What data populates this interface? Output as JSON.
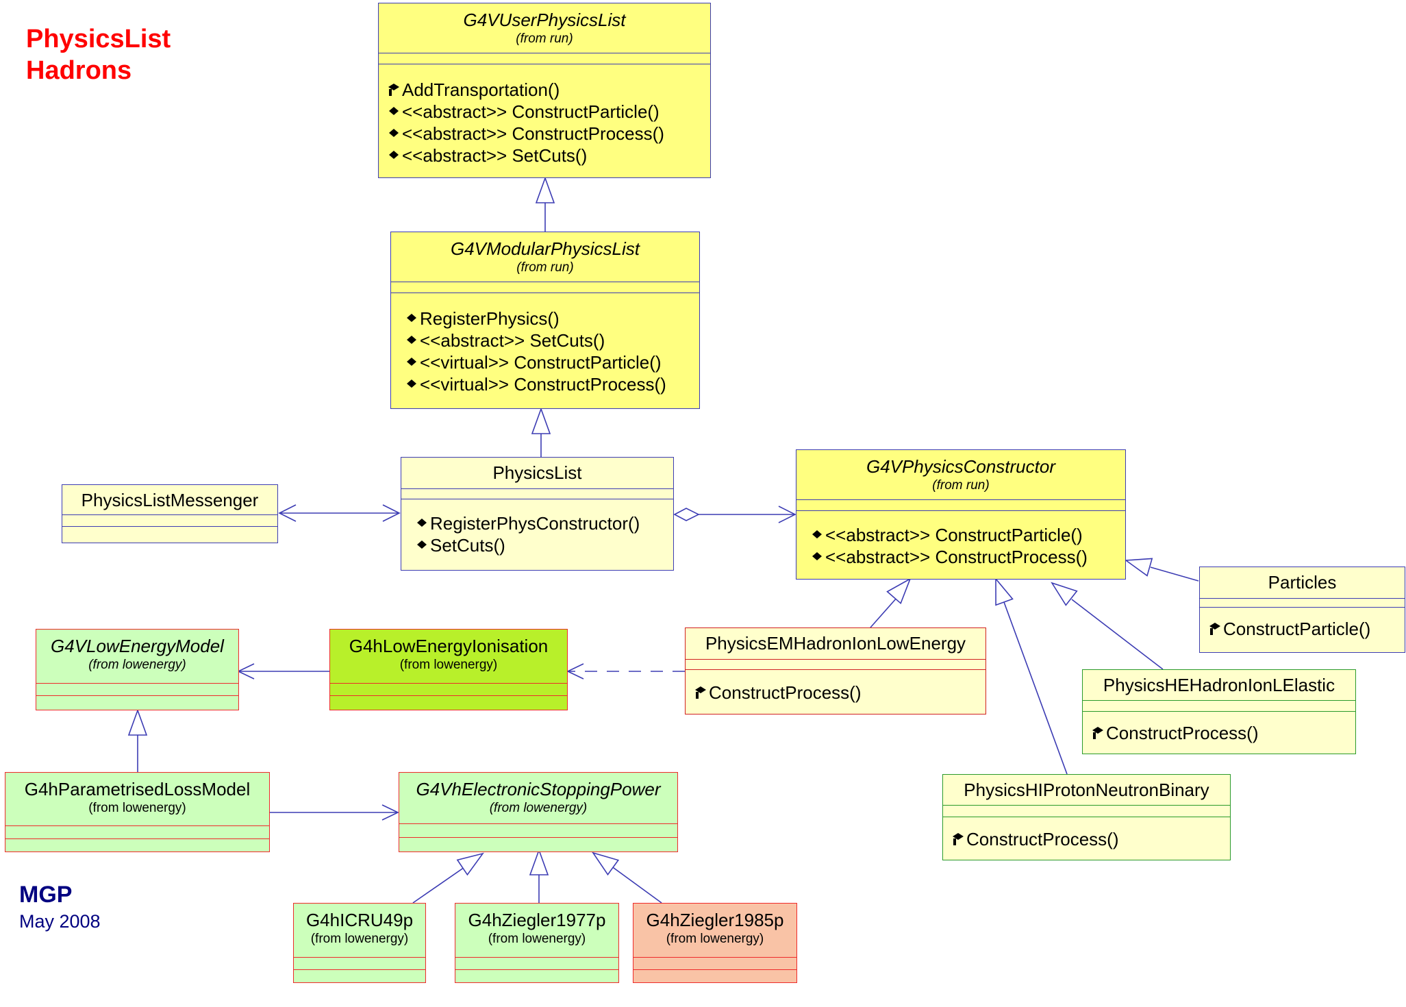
{
  "diagram_title": {
    "line1": "PhysicsList",
    "line2": "Hadrons"
  },
  "author": {
    "name": "MGP",
    "date": "May 2008"
  },
  "classes": {
    "g4vuserphysicslist": {
      "name": "G4VUserPhysicsList",
      "package": "(from run)",
      "methods": [
        "AddTransportation()",
        "<<abstract>> ConstructParticle()",
        "<<abstract>> ConstructProcess()",
        "<<abstract>> SetCuts()"
      ]
    },
    "g4vmodularphysicslist": {
      "name": "G4VModularPhysicsList",
      "package": "(from run)",
      "methods": [
        "RegisterPhysics()",
        "<<abstract>> SetCuts()",
        "<<virtual>> ConstructParticle()",
        "<<virtual>> ConstructProcess()"
      ]
    },
    "physicslist": {
      "name": "PhysicsList",
      "methods": [
        "RegisterPhysConstructor()",
        "SetCuts()"
      ]
    },
    "physicslistmessenger": {
      "name": "PhysicsListMessenger"
    },
    "g4vphysicsconstructor": {
      "name": "G4VPhysicsConstructor",
      "package": "(from run)",
      "methods": [
        "<<abstract>> ConstructParticle()",
        "<<abstract>> ConstructProcess()"
      ]
    },
    "particles": {
      "name": "Particles",
      "methods": [
        "ConstructParticle()"
      ]
    },
    "physicsemhadronionlowenergy": {
      "name": "PhysicsEMHadronIonLowEnergy",
      "methods": [
        "ConstructProcess()"
      ]
    },
    "physicshehadronionlelastic": {
      "name": "PhysicsHEHadronIonLElastic",
      "methods": [
        "ConstructProcess()"
      ]
    },
    "physicshiprotonneutronbinary": {
      "name": "PhysicsHIProtonNeutronBinary",
      "methods": [
        "ConstructProcess()"
      ]
    },
    "g4vlowenergymodel": {
      "name": "G4VLowEnergyModel",
      "package": "(from lowenergy)"
    },
    "g4hlowenergyionisation": {
      "name": "G4hLowEnergyIonisation",
      "package": "(from lowenergy)"
    },
    "g4hparametrisedlossmodel": {
      "name": "G4hParametrisedLossModel",
      "package": "(from lowenergy)"
    },
    "g4vhelectronicstoppingpower": {
      "name": "G4VhElectronicStoppingPower",
      "package": "(from lowenergy)"
    },
    "g4hicru49p": {
      "name": "G4hICRU49p",
      "package": "(from lowenergy)"
    },
    "g4hziegler1977p": {
      "name": "G4hZiegler1977p",
      "package": "(from lowenergy)"
    },
    "g4hziegler1985p": {
      "name": "G4hZiegler1985p",
      "package": "(from lowenergy)"
    }
  },
  "colors": {
    "title": "#ff0000",
    "author": "#000080",
    "link": "#3b3bb3",
    "yellow_fill": "#ffff80",
    "light_yellow_fill": "#ffffcc",
    "green_fill": "#ccffbb",
    "lime_fill": "#b8f02a",
    "salmon_fill": "#f9c3a6",
    "red_border": "#ee2a2a"
  }
}
